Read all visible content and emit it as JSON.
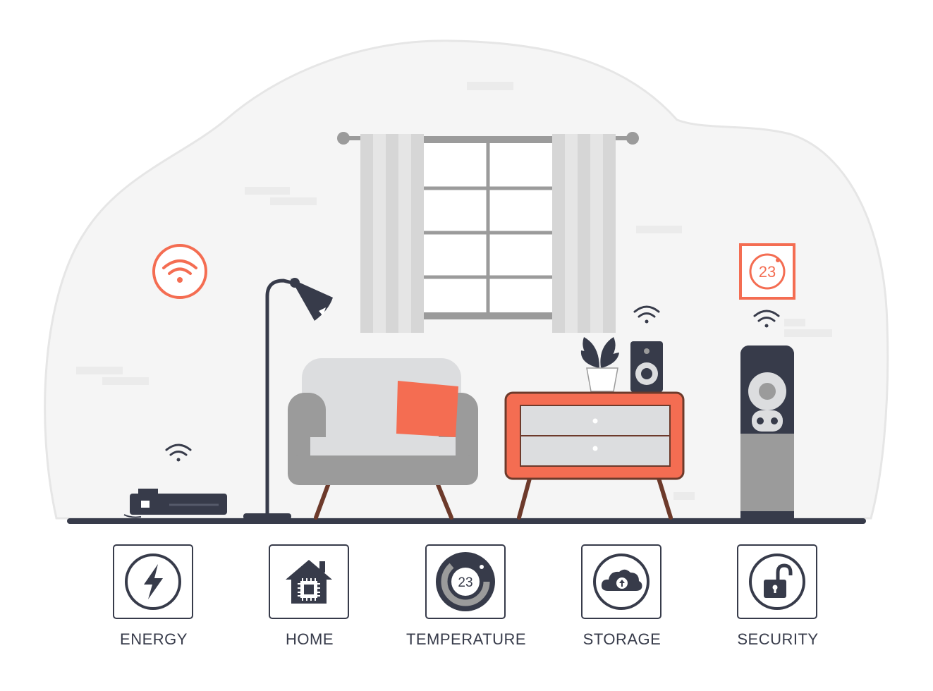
{
  "colors": {
    "dark": "#373b4a",
    "accent": "#f46d52",
    "light_gray": "#dcdddf",
    "mid_gray": "#9b9b9b",
    "wood": "#6d3a2b",
    "background_blob": "#f5f5f5"
  },
  "thermostat": {
    "reading": "23"
  },
  "features": [
    {
      "label": "ENERGY",
      "icon": "lightning-icon"
    },
    {
      "label": "HOME",
      "icon": "house-chip-icon"
    },
    {
      "label": "TEMPERATURE",
      "icon": "thermostat-icon",
      "reading": "23"
    },
    {
      "label": "STORAGE",
      "icon": "cloud-upload-icon"
    },
    {
      "label": "SECURITY",
      "icon": "unlocked-padlock-icon"
    }
  ]
}
